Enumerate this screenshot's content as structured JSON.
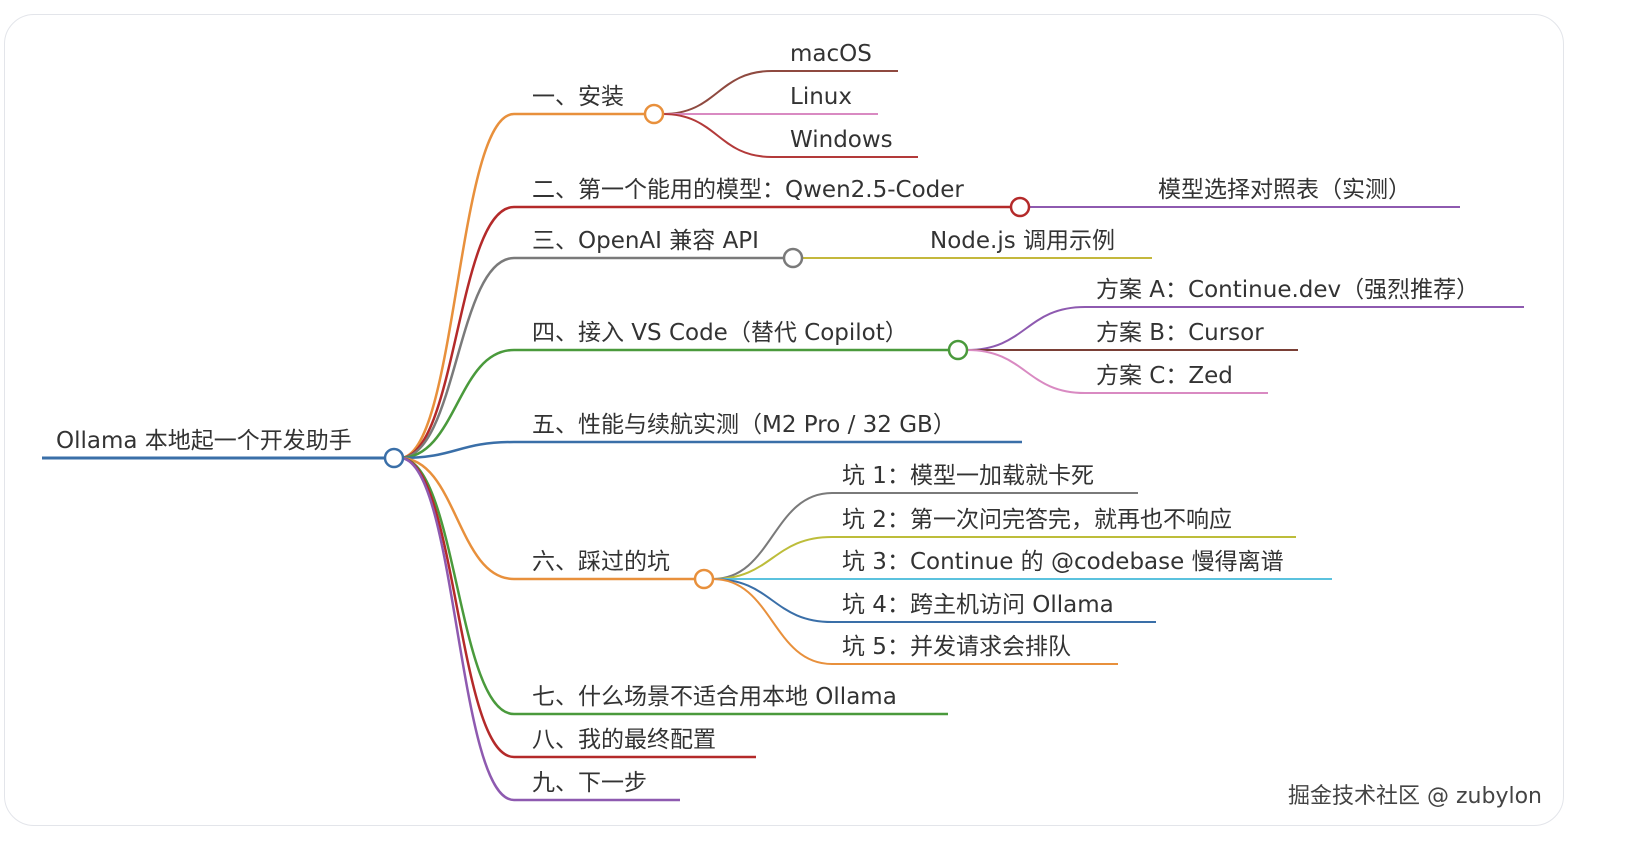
{
  "root": {
    "label": "Ollama 本地起一个开发助手",
    "color": "#3a6fa8"
  },
  "branches": [
    {
      "label": "一、安装",
      "color": "#e8903c",
      "children": [
        {
          "label": "macOS",
          "color": "#8f4a40"
        },
        {
          "label": "Linux",
          "color": "#d98ac2"
        },
        {
          "label": "Windows",
          "color": "#b33a3a"
        }
      ]
    },
    {
      "label": "二、第一个能用的模型：Qwen2.5-Coder",
      "color": "#b42a2a",
      "children": [
        {
          "label": "模型选择对照表（实测）",
          "color": "#8e5ab0"
        }
      ]
    },
    {
      "label": "三、OpenAI 兼容 API",
      "color": "#7a7a7a",
      "children": [
        {
          "label": "Node.js 调用示例",
          "color": "#c4b83c"
        }
      ]
    },
    {
      "label": "四、接入 VS Code（替代 Copilot）",
      "color": "#4a9a3c",
      "children": [
        {
          "label": "方案 A：Continue.dev（强烈推荐）",
          "color": "#8e5ab0"
        },
        {
          "label": "方案 B：Cursor",
          "color": "#7a3f36"
        },
        {
          "label": "方案 C：Zed",
          "color": "#d98ac2"
        }
      ]
    },
    {
      "label": "五、性能与续航实测（M2 Pro / 32 GB）",
      "color": "#3a6fa8",
      "children": []
    },
    {
      "label": "六、踩过的坑",
      "color": "#e8903c",
      "children": [
        {
          "label": "坑 1：模型一加载就卡死",
          "color": "#7a7a7a"
        },
        {
          "label": "坑 2：第一次问完答完，就再也不响应",
          "color": "#bdbd3a"
        },
        {
          "label": "坑 3：Continue 的 @codebase 慢得离谱",
          "color": "#5bc2de"
        },
        {
          "label": "坑 4：跨主机访问 Ollama",
          "color": "#3a6fa8"
        },
        {
          "label": "坑 5：并发请求会排队",
          "color": "#e8903c"
        }
      ]
    },
    {
      "label": "七、什么场景不适合用本地 Ollama",
      "color": "#4a9a3c",
      "children": []
    },
    {
      "label": "八、我的最终配置",
      "color": "#b42a2a",
      "children": []
    },
    {
      "label": "九、下一步",
      "color": "#8e5ab0",
      "children": []
    }
  ],
  "watermark": "掘金技术社区 @ zubylon"
}
